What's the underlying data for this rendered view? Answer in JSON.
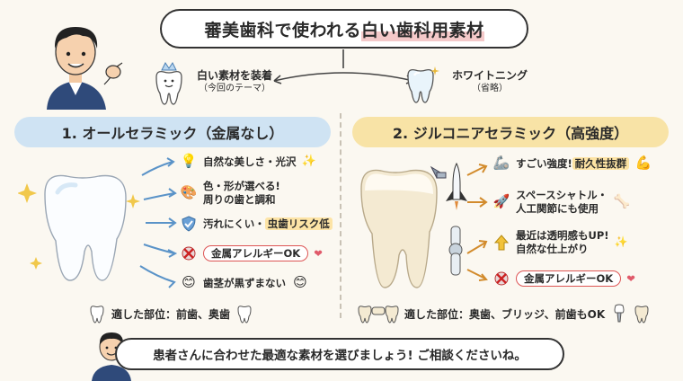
{
  "title": {
    "prefix": "審美歯科で使われる",
    "highlight": "白い歯科用素材"
  },
  "branch_left": {
    "label": "白い素材を装着",
    "note": "（今回のテーマ）"
  },
  "branch_right": {
    "label": "ホワイトニング",
    "note": "（省略）"
  },
  "section1": {
    "heading": "1. オールセラミック（金属なし）",
    "features": [
      {
        "icon": "lightbulb-icon",
        "text": "自然な美しさ・光沢"
      },
      {
        "icon": "palette-icon",
        "line1": "色・形が選べる!",
        "line2": "周りの歯と調和"
      },
      {
        "icon": "shield-check-icon",
        "prefix": "汚れにくい・",
        "highlight": "虫歯リスク低"
      },
      {
        "icon": "no-metal-icon",
        "text": "金属アレルギーOK"
      },
      {
        "icon": "smile-icon",
        "text": "歯茎が黒ずまない"
      }
    ],
    "applicable": "適した部位：前歯、奥歯"
  },
  "section2": {
    "heading": "2. ジルコニアセラミック（高強度）",
    "features": [
      {
        "icon": "muscle-icon",
        "prefix": "すごい強度!",
        "highlight": "耐久性抜群"
      },
      {
        "icon": "rocket-icon",
        "line1": "スペースシャトル・",
        "line2": "人工関節にも使用"
      },
      {
        "icon": "up-arrow-icon",
        "line1": "最近は透明感もUP!",
        "line2": "自然な仕上がり"
      },
      {
        "icon": "no-metal-icon",
        "text": "金属アレルギーOK"
      }
    ],
    "applicable": "適した部位：奥歯、ブリッジ、前歯もOK"
  },
  "bubble": "患者さんに合わせた最適な素材を選びましょう! ご相談くださいね。",
  "colors": {
    "section1_bg": "#cfe3f3",
    "section2_bg": "#f8e3a6",
    "alert": "#d55555"
  }
}
